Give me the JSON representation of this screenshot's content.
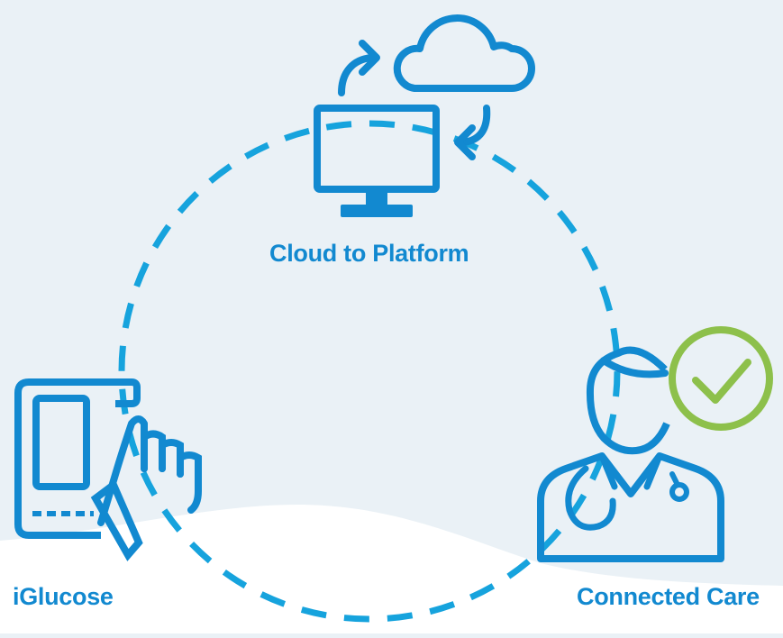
{
  "colors": {
    "background": "#eaf1f6",
    "hill": "#ffffff",
    "primary_blue": "#1289d0",
    "dash_blue": "#16a3dd",
    "check_green": "#8dc04b"
  },
  "nodes": {
    "platform": {
      "label": "Cloud to Platform",
      "icons": [
        "cloud-icon",
        "sync-arrows-icon",
        "monitor-icon"
      ]
    },
    "iglucose": {
      "label": "iGlucose",
      "icons": [
        "glucose-meter-icon",
        "hand-pointer-icon"
      ]
    },
    "care": {
      "label": "Connected Care",
      "icons": [
        "doctor-icon",
        "stethoscope-icon",
        "checkmark-badge-icon"
      ]
    }
  }
}
